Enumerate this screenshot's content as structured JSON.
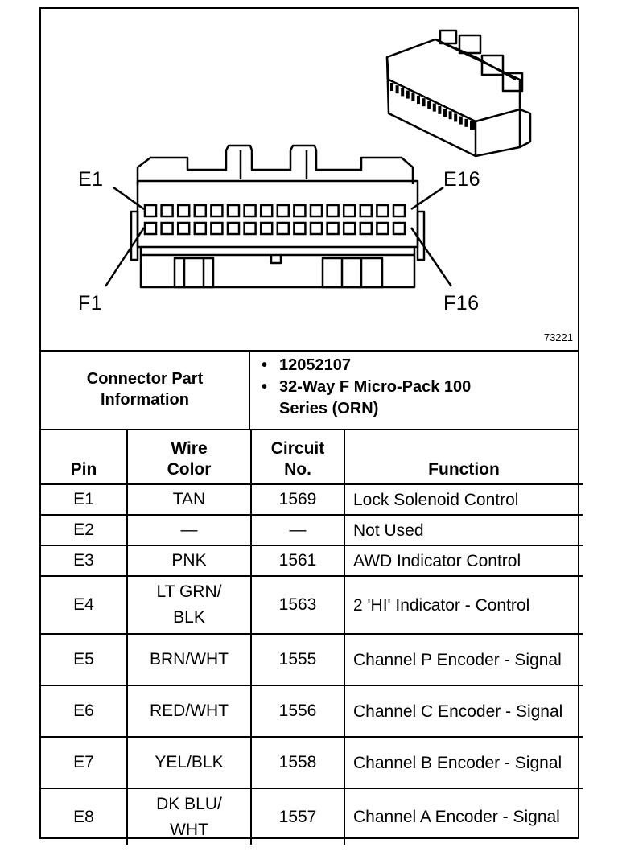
{
  "diagram": {
    "pin_labels": {
      "e1": "E1",
      "e16": "E16",
      "f1": "F1",
      "f16": "F16"
    },
    "figure_number": "73221",
    "pins_per_row": 16
  },
  "connector_info": {
    "label": "Connector Part Information",
    "items": [
      {
        "bullet": "•",
        "text": "12052107"
      },
      {
        "bullet": "•",
        "text": "32-Way F Micro-Pack 100 Series (ORN)"
      }
    ]
  },
  "table": {
    "headers": {
      "pin": "Pin",
      "wire_color": "Wire Color",
      "circuit": "Circuit No.",
      "function": "Function"
    },
    "rows": [
      {
        "pin": "E1",
        "wire_color": "TAN",
        "circuit": "1569",
        "function": "Lock Solenoid Control"
      },
      {
        "pin": "E2",
        "wire_color": "—",
        "circuit": "—",
        "function": "Not Used"
      },
      {
        "pin": "E3",
        "wire_color": "PNK",
        "circuit": "1561",
        "function": "AWD Indicator Control"
      },
      {
        "pin": "E4",
        "wire_color": "LT GRN/ BLK",
        "circuit": "1563",
        "function": "2 'HI' Indicator - Control"
      },
      {
        "pin": "E5",
        "wire_color": "BRN/WHT",
        "circuit": "1555",
        "function": "Channel P Encoder - Signal"
      },
      {
        "pin": "E6",
        "wire_color": "RED/WHT",
        "circuit": "1556",
        "function": "Channel C Encoder - Signal"
      },
      {
        "pin": "E7",
        "wire_color": "YEL/BLK",
        "circuit": "1558",
        "function": "Channel B Encoder - Signal"
      },
      {
        "pin": "E8",
        "wire_color": "DK BLU/ WHT",
        "circuit": "1557",
        "function": "Channel A Encoder - Signal"
      }
    ]
  }
}
